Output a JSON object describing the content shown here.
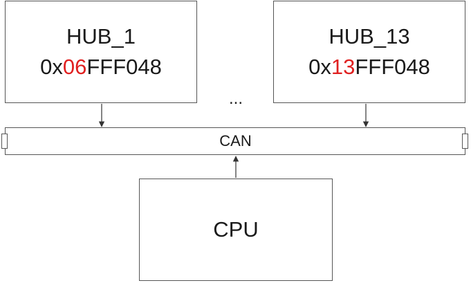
{
  "hubs": [
    {
      "name": "HUB_1",
      "addr_prefix": "0x",
      "addr_highlight": "06",
      "addr_suffix": "FFF048"
    },
    {
      "name": "HUB_13",
      "addr_prefix": "0x",
      "addr_highlight": "13",
      "addr_suffix": "FFF048"
    }
  ],
  "ellipsis": "...",
  "bus": {
    "label": "CAN"
  },
  "cpu": {
    "label": "CPU"
  },
  "colors": {
    "highlight": "#e02020",
    "stroke": "#555555",
    "text": "#1a1a1a"
  }
}
